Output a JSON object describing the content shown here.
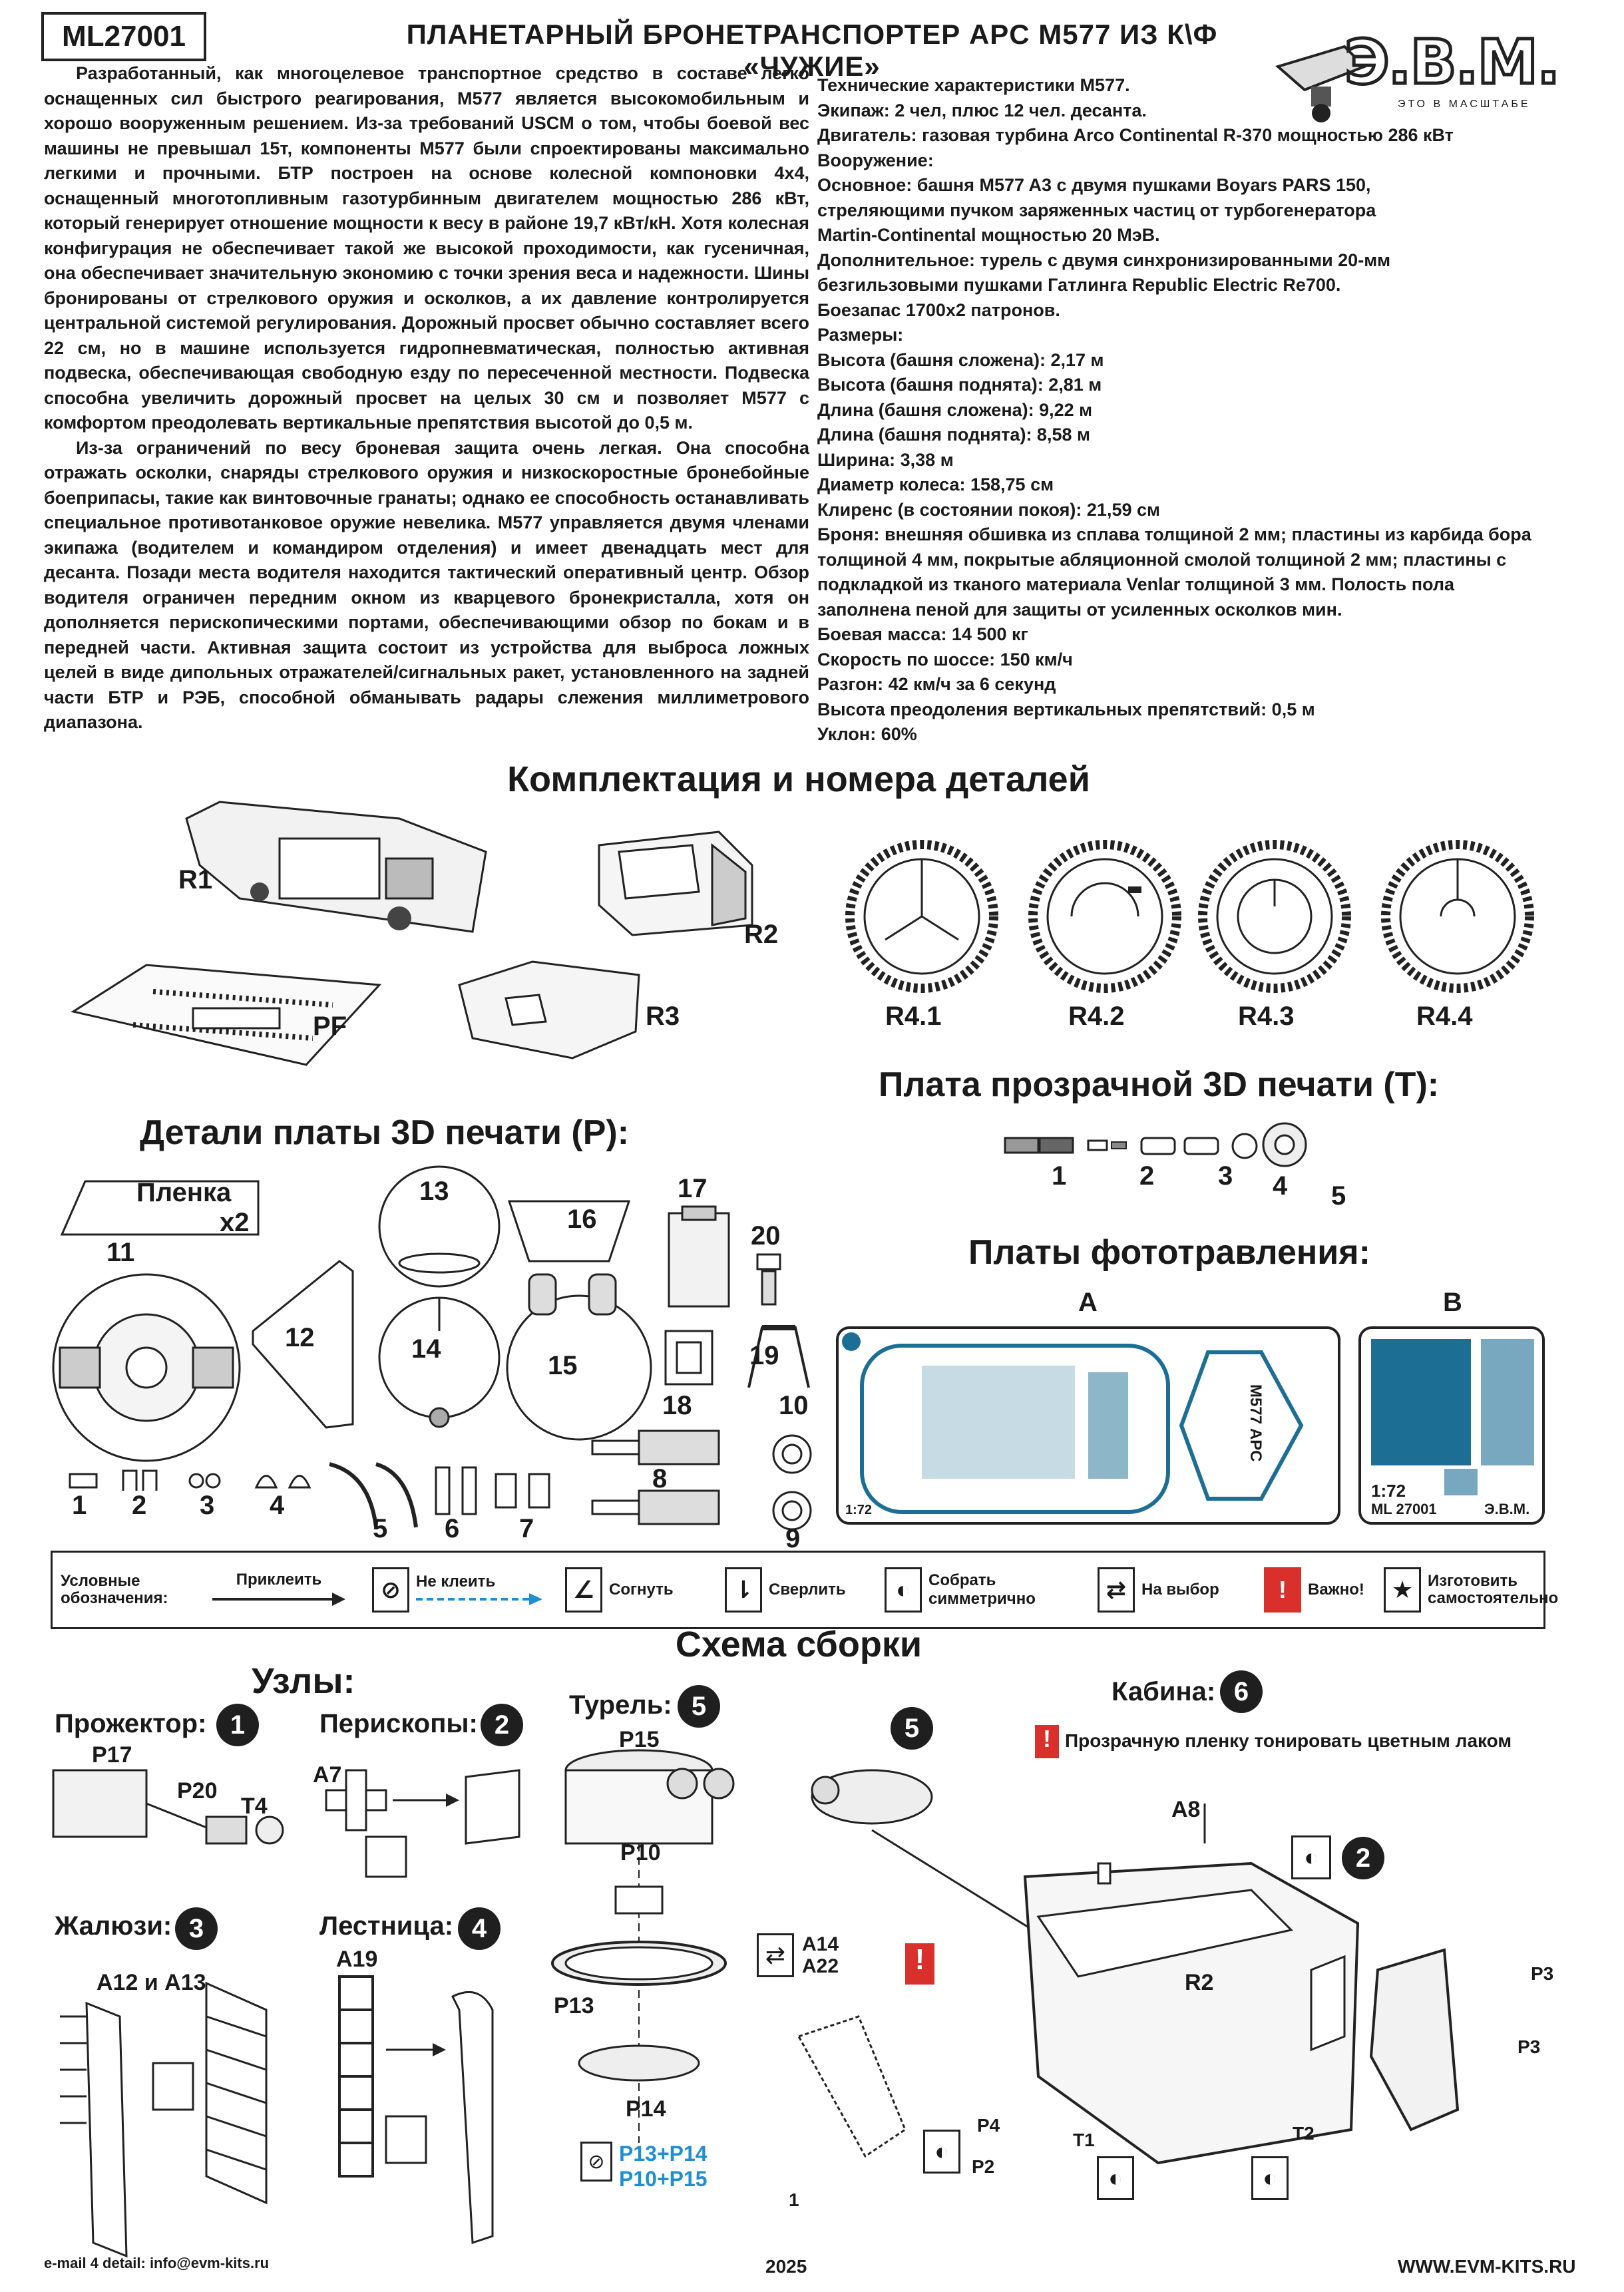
{
  "header": {
    "code": "ML27001",
    "title": "ПЛАНЕТАРНЫЙ БРОНЕТРАНСПОРТЕР APC M577 ИЗ К\\Ф «ЧУЖИЕ»",
    "logo_text": "Э.В.М.",
    "logo_tagline": "ЭТО В МАСШТАБЕ"
  },
  "intro": {
    "paragraphs": [
      "Разработанный, как многоцелевое транспортное средство в составе легко оснащенных сил быстрого реагирования, M577 является высокомобильным и хорошо вооруженным решением. Из-за требований USCM о том, чтобы боевой вес машины не превышал 15т, компоненты M577 были спроектированы максимально легкими и прочными. БТР построен на основе колесной компоновки 4x4, оснащенный многотопливным газотурбинным двигателем мощностью 286 кВт, который генерирует отношение мощности к весу в районе 19,7 кВт/кН. Хотя колесная конфигурация не обеспечивает такой же высокой проходимости, как гусеничная, она обеспечивает значительную экономию с точки зрения веса и надежности. Шины бронированы от стрелкового оружия и осколков, а их давление контролируется центральной системой регулирования. Дорожный просвет обычно составляет всего 22 см, но в машине используется гидропневматическая, полностью активная подвеска, обеспечивающая свободную езду по пересеченной местности. Подвеска способна увеличить дорожный просвет на целых 30 см и позволяет M577 с комфортом преодолевать вертикальные препятствия высотой до 0,5 м.",
      "Из-за ограничений по весу броневая защита очень легкая. Она способна отражать осколки, снаряды стрелкового оружия и низкоскоростные бронебойные боеприпасы, такие как винтовочные гранаты; однако ее способность останавливать специальное противотанковое оружие невелика. M577 управляется двумя членами экипажа (водителем и командиром отделения) и имеет двенадцать мест для десанта. Позади места водителя находится тактический оперативный центр. Обзор водителя ограничен передним окном из кварцевого бронекристалла, хотя он дополняется перископическими портами, обеспечивающими обзор по бокам и в передней части. Активная защита состоит из устройства для выброса ложных целей в виде дипольных отражателей/сигнальных ракет, установленного на задней части БТР и РЭБ, способной обманывать радары слежения миллиметрового диапазона."
    ]
  },
  "specs": {
    "lines": [
      "Технические характеристики M577.",
      "Экипаж: 2 чел, плюс 12 чел. десанта.",
      "Двигатель: газовая турбина Arco Continental R-370 мощностью 286 кВт",
      "Вооружение:",
      "Основное: башня M577 A3 с двумя пушками Boyars PARS 150,",
      "стреляющими пучком заряженных частиц от турбогенератора",
      "Martin-Continental мощностью 20 МэВ.",
      "Дополнительное: турель с двумя синхронизированными 20-мм",
      "безгильзовыми пушками Гатлинга Republic Electric Re700.",
      "Боезапас 1700x2 патронов.",
      "Размеры:",
      "Высота (башня сложена): 2,17 м",
      "Высота (башня поднята): 2,81 м",
      "Длина (башня сложена): 9,22 м",
      "Длина (башня поднята): 8,58 м",
      "Ширина: 3,38 м",
      "Диаметр колеса: 158,75 см",
      "Клиренс (в состоянии покоя): 21,59 см",
      "Броня: внешняя обшивка из сплава толщиной 2 мм; пластины из карбида бора",
      "толщиной 4 мм, покрытые абляционной смолой толщиной 2 мм; пластины с",
      "подкладкой из тканого материала Venlar толщиной 3 мм. Полость пола",
      "заполнена пеной для защиты от усиленных осколков мин.",
      "Боевая масса: 14 500 кг",
      "Скорость по шоссе: 150 км/ч",
      "Разгон: 42 км/ч за 6 секунд",
      "Высота преодоления вертикальных препятствий: 0,5 м",
      "Уклон: 60%"
    ]
  },
  "contents": {
    "title": "Комплектация и номера деталей",
    "resin_labels": [
      "R1",
      "R2",
      "R3",
      "PF"
    ],
    "wheels": [
      "R4.1",
      "R4.2",
      "R4.3",
      "R4.4"
    ],
    "clear_title": "Плата прозрачной 3D печати (T):",
    "clear_parts": [
      "1",
      "2",
      "3",
      "4",
      "5"
    ],
    "print_title": "Детали платы 3D печати (P):",
    "film_label_1": "Пленка",
    "film_label_2": "x2",
    "print_parts": [
      "11",
      "12",
      "13",
      "14",
      "15",
      "16",
      "17",
      "18",
      "19",
      "20",
      "10",
      "8",
      "9"
    ],
    "small_parts": [
      "1",
      "2",
      "3",
      "4",
      "5",
      "6",
      "7"
    ],
    "etch_title": "Платы фототравления:",
    "etch_a": "A",
    "etch_b": "B",
    "etch_a_plate_text": "M577 APC",
    "etch_a_scale": "1:72",
    "etch_b_scale": "1:72",
    "etch_b_code": "ML 27001",
    "etch_b_brand": "Э.В.М."
  },
  "legend": {
    "label": "Условные обозначения:",
    "glue": "Приклеить",
    "no_glue": "Не клеить",
    "bend": "Согнуть",
    "drill": "Сверлить",
    "symmetric": "Собрать симметрично",
    "choice": "На выбор",
    "important": "Важно!",
    "scratch": "Изготовить самостоятельно"
  },
  "assembly": {
    "title": "Схема сборки",
    "subtitle": "Узлы:",
    "projector": "Прожектор:",
    "periscopes": "Перископы:",
    "louvers": "Жалюзи:",
    "ladder": "Лестница:",
    "turret": "Турель:",
    "cabin": "Кабина:",
    "note": "Прозрачную пленку тонировать цветным лаком",
    "glue_pairs": [
      "P13+P14",
      "P10+P15"
    ],
    "labels": {
      "p17": "P17",
      "p20": "P20",
      "t4": "T4",
      "a7": "A7",
      "a12_a13": "A12 и A13",
      "a19": "A19",
      "p15": "P15",
      "p10": "P10",
      "p13": "P13",
      "p14": "P14",
      "a8": "A8",
      "a14": "A14",
      "a22": "A22",
      "r2": "R2",
      "p3a": "P3",
      "p3b": "P3",
      "p4": "P4",
      "p2": "P2",
      "t1": "T1",
      "t2": "T2"
    }
  },
  "footer": {
    "email": "e-mail 4 detail: info@evm-kits.ru",
    "page": "1",
    "year": "2025",
    "site": "WWW.EVM-KITS.RU"
  }
}
